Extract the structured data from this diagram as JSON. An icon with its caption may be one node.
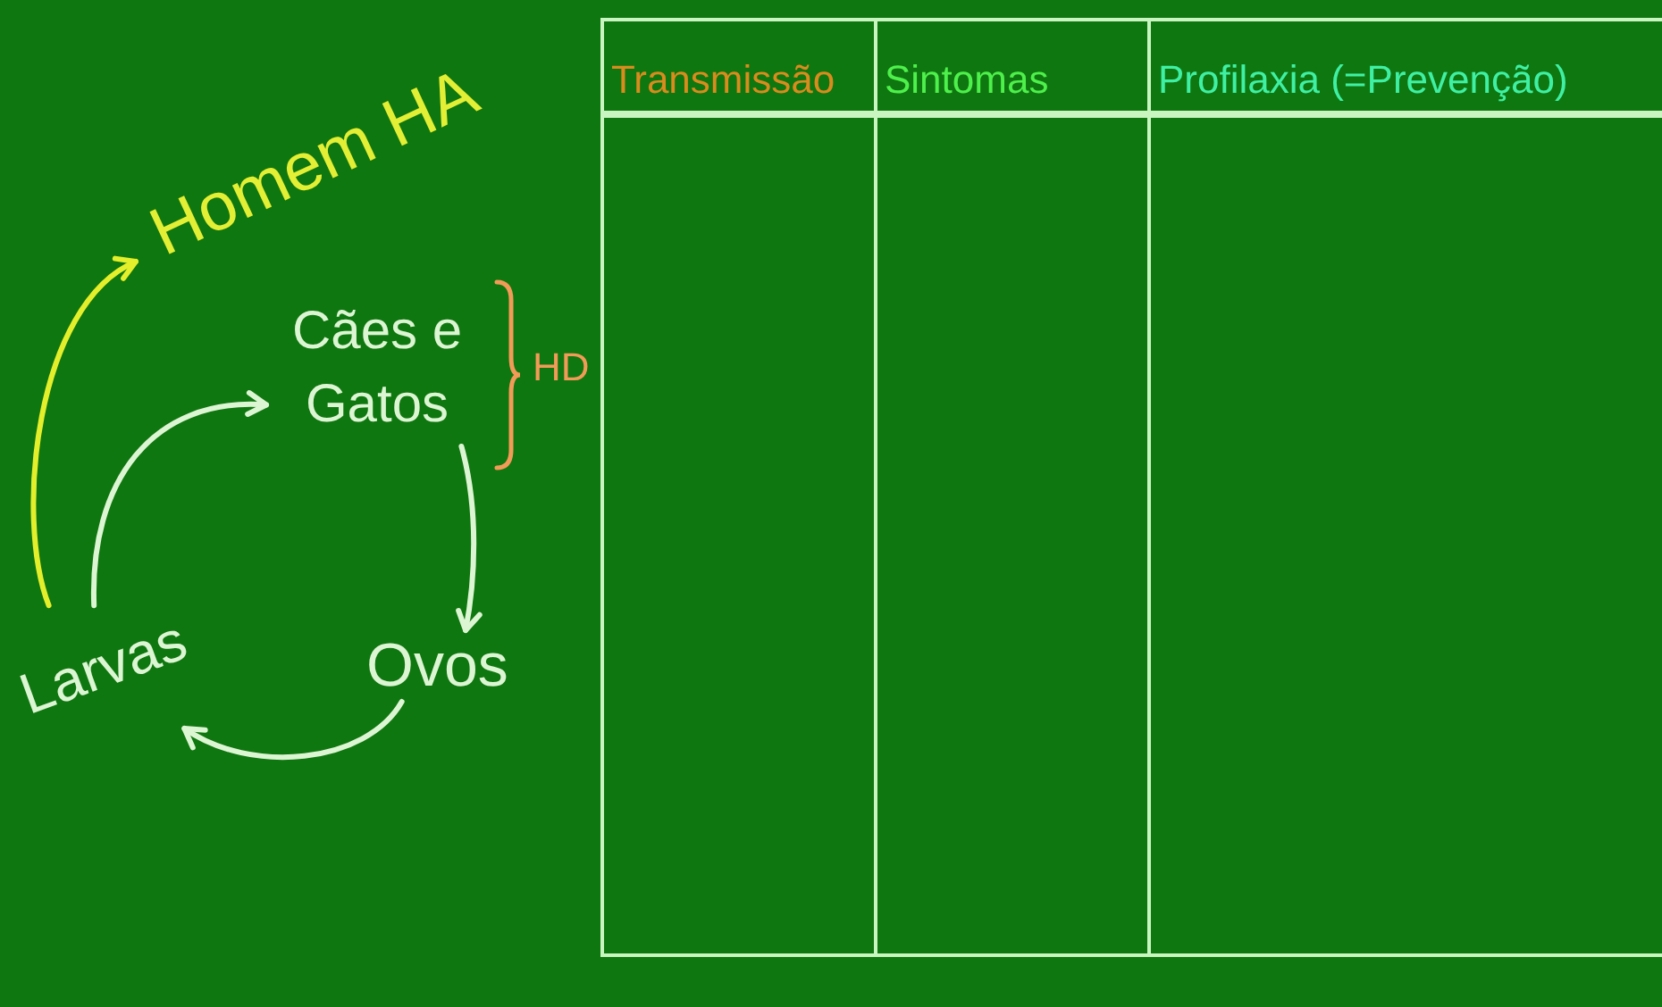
{
  "diagram": {
    "nodes": [
      {
        "text": [
          "Homem HA"
        ]
      },
      {
        "text": [
          "Cães e Gatos"
        ],
        "beside": [
          "HD"
        ]
      },
      {
        "text": [
          "Larvas"
        ]
      },
      {
        "text": [
          "Ovos"
        ]
      }
    ],
    "edges": [
      {
        "from": 1,
        "to": 3,
        "arrow": "to"
      },
      {
        "from": 3,
        "to": 2,
        "arrow": "to"
      },
      {
        "from": 2,
        "to": 1,
        "arrow": "to"
      },
      {
        "from": 2,
        "to": 0,
        "arrow": "to",
        "color": "#e4ef2c"
      }
    ],
    "labels": [
      "Transmissão",
      "Sintomas",
      "Profilaxia (=Prevenção)"
    ]
  }
}
